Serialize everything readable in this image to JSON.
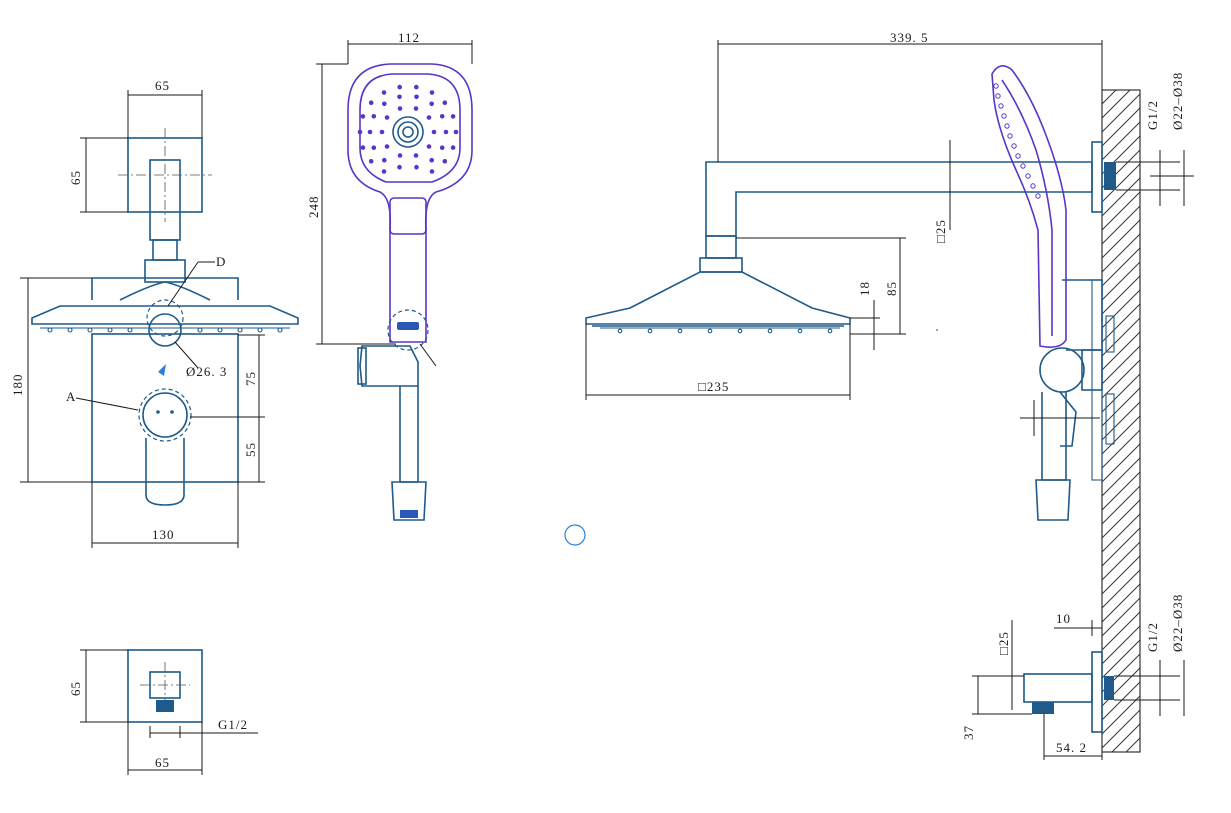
{
  "dimensions": {
    "mixer_plate_width": "65",
    "mixer_plate_height": "65",
    "overall_height": "180",
    "label_d": "D",
    "diameter_outlet": "Ø26. 3",
    "label_a": "A",
    "spacing_upper": "75",
    "spacing_lower": "55",
    "body_width": "130",
    "elbow_height": "65",
    "elbow_width": "65",
    "elbow_thread": "G1/2",
    "handshower_width": "112",
    "handshower_length": "248",
    "arm_length": "339. 5",
    "arm_section": "□25",
    "head_drop_short": "18",
    "head_drop_long": "85",
    "head_size": "□235",
    "top_thread": "G1/2",
    "top_pipe_diameter": "Ø22–Ø38",
    "wall_thickness": "10",
    "bottom_section": "□25",
    "bottom_thread": "G1/2",
    "bottom_pipe_diameter": "Ø22–Ø38",
    "bottom_height": "37",
    "bottom_depth": "54. 2"
  },
  "colors": {
    "outline": "#1f5a8a",
    "hand_shower": "#5a34c8",
    "dimension": "#1a1a1a"
  }
}
